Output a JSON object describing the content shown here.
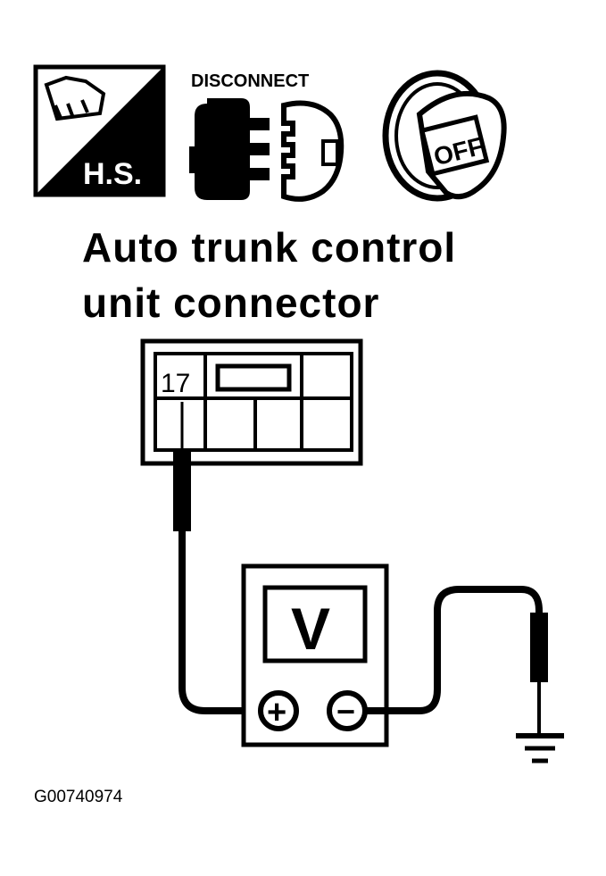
{
  "icons": {
    "hot_soak_label": "H.S.",
    "disconnect_label": "DISCONNECT",
    "ignition_label": "OFF"
  },
  "title": {
    "line1": "Auto trunk control",
    "line2": "unit connector"
  },
  "connector": {
    "terminal": "17"
  },
  "meter": {
    "unit": "V",
    "positive": "+",
    "negative": "−"
  },
  "figure_code": "G00740974"
}
